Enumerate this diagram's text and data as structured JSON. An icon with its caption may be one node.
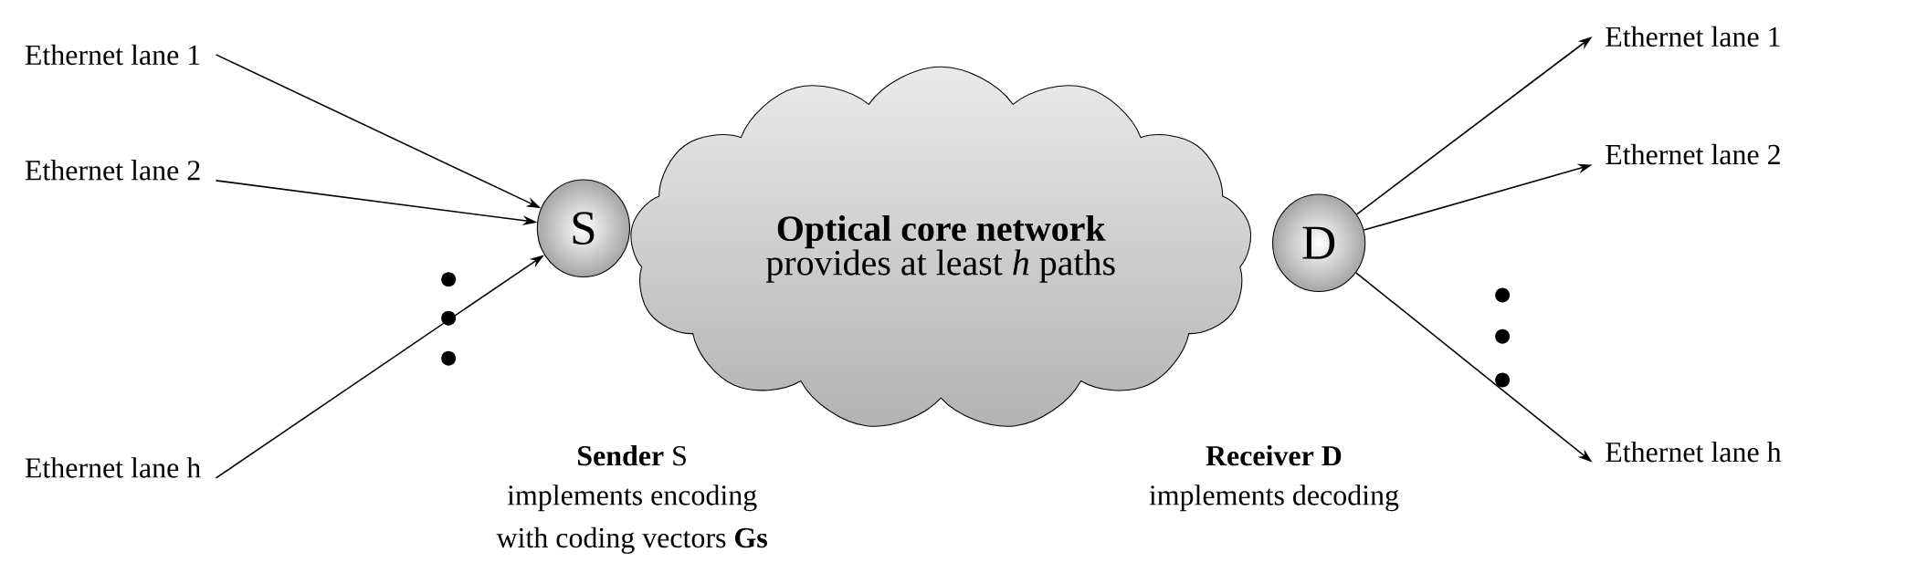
{
  "diagram": {
    "nodes": [
      {
        "text": [
          "Ethernet lane 1"
        ]
      },
      {
        "text": [
          "Ethernet lane 2"
        ]
      },
      {
        "text": [
          "Ethernet lane h"
        ]
      },
      {
        "text": [
          "S"
        ]
      },
      {
        "text": [
          "**Optical core network**",
          "provides at least *h* paths"
        ]
      },
      {
        "text": [
          "D"
        ]
      },
      {
        "text": [
          "Ethernet lane 1"
        ]
      },
      {
        "text": [
          "Ethernet lane 2"
        ]
      },
      {
        "text": [
          "Ethernet lane h"
        ]
      }
    ],
    "edges": [
      {
        "from": 0,
        "to": 3,
        "arrow": "to"
      },
      {
        "from": 1,
        "to": 3,
        "arrow": "to"
      },
      {
        "from": 2,
        "to": 3,
        "arrow": "to"
      },
      {
        "from": 5,
        "to": 6,
        "arrow": "to"
      },
      {
        "from": 5,
        "to": 7,
        "arrow": "to"
      },
      {
        "from": 5,
        "to": 8,
        "arrow": "to"
      }
    ],
    "labels": [
      "**Sender** S",
      "implements encoding",
      "with coding vectors **Gs**",
      "**Receiver D**",
      "implements decoding"
    ]
  }
}
